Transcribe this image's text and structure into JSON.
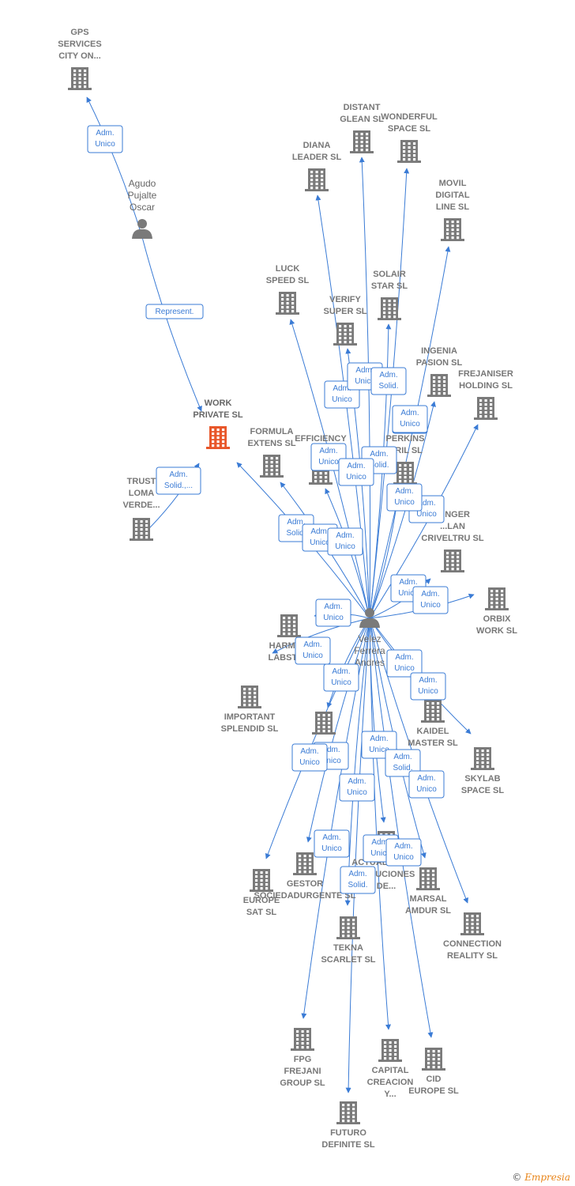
{
  "colors": {
    "edge": "#3a7bd5",
    "building": "#7a7a7a",
    "focus": "#e8572a",
    "person": "#7a7a7a"
  },
  "nodes": [
    {
      "id": "gps",
      "type": "company",
      "lines": [
        "GPS",
        "SERVICES",
        "CITY ON..."
      ]
    },
    {
      "id": "agudo",
      "type": "person",
      "lines": [
        "Agudo",
        "Pujalte",
        "Oscar"
      ]
    },
    {
      "id": "work",
      "type": "focus",
      "lines": [
        "WORK",
        "PRIVATE  SL"
      ]
    },
    {
      "id": "trust",
      "type": "company",
      "lines": [
        "TRUST",
        "LOMA",
        "VERDE..."
      ]
    },
    {
      "id": "distant",
      "type": "company",
      "lines": [
        "DISTANT",
        "GLEAN  SL"
      ]
    },
    {
      "id": "wonderful",
      "type": "company",
      "lines": [
        "WONDERFUL",
        "SPACE  SL"
      ]
    },
    {
      "id": "diana",
      "type": "company",
      "lines": [
        "DIANA",
        "LEADER  SL"
      ]
    },
    {
      "id": "movil",
      "type": "company",
      "lines": [
        "MOVIL",
        "DIGITAL",
        "LINE SL"
      ]
    },
    {
      "id": "luck",
      "type": "company",
      "lines": [
        "LUCK",
        "SPEED  SL"
      ]
    },
    {
      "id": "solair",
      "type": "company",
      "lines": [
        "SOLAIR",
        "STAR  SL"
      ]
    },
    {
      "id": "verify",
      "type": "company",
      "lines": [
        "VERIFY",
        "SUPER  SL"
      ]
    },
    {
      "id": "ingenia",
      "type": "company",
      "lines": [
        "INGENIA",
        "PASION  SL"
      ]
    },
    {
      "id": "frejaniser",
      "type": "company",
      "lines": [
        "FREJANISER",
        "HOLDING  SL"
      ]
    },
    {
      "id": "formula",
      "type": "company",
      "lines": [
        "FORMULA",
        "EXTENS  SL"
      ]
    },
    {
      "id": "efficiency",
      "type": "company",
      "lines": [
        "EFFICIENCY",
        "SP..."
      ]
    },
    {
      "id": "perkins",
      "type": "company",
      "lines": [
        "PERKINS",
        "...RIL  SL"
      ]
    },
    {
      "id": "crivel",
      "type": "company",
      "lines": [
        "...INGER",
        "...LAN",
        "CRIVELTRU SL"
      ]
    },
    {
      "id": "orbix",
      "type": "company",
      "lines": [
        "ORBIX",
        "WORK  SL"
      ]
    },
    {
      "id": "velez",
      "type": "person",
      "lines": [
        "Velez",
        "Ferrera",
        "Andres"
      ]
    },
    {
      "id": "harmo",
      "type": "company",
      "lines": [
        "HARMO...",
        "LABSTA..."
      ]
    },
    {
      "id": "important",
      "type": "company",
      "lines": [
        "IMPORTANT",
        "SPLENDID  SL"
      ]
    },
    {
      "id": "kaidel",
      "type": "company",
      "lines": [
        "KAIDEL",
        "MASTER  SL"
      ]
    },
    {
      "id": "skylab",
      "type": "company",
      "lines": [
        "SKYLAB",
        "SPACE  SL"
      ]
    },
    {
      "id": "soc",
      "type": "company",
      "lines": []
    },
    {
      "id": "gestor",
      "type": "company",
      "lines": [
        "GESTOR",
        "SOCIEDADURGENTE SL"
      ]
    },
    {
      "id": "europe",
      "type": "company",
      "lines": [
        "EUROPE",
        "SAT  SL"
      ]
    },
    {
      "id": "actual",
      "type": "company",
      "lines": [
        "ACTUALIZANDO",
        "SOLUCIONES",
        "DE..."
      ]
    },
    {
      "id": "marsal",
      "type": "company",
      "lines": [
        "MARSAL",
        "AMDUR  SL"
      ]
    },
    {
      "id": "connection",
      "type": "company",
      "lines": [
        "CONNECTION",
        "REALITY  SL"
      ]
    },
    {
      "id": "tekna",
      "type": "company",
      "lines": [
        "TEKNA",
        "SCARLET  SL"
      ]
    },
    {
      "id": "fpg",
      "type": "company",
      "lines": [
        "FPG",
        "FREJANI",
        "GROUP  SL"
      ]
    },
    {
      "id": "capital",
      "type": "company",
      "lines": [
        "CAPITAL",
        "CREACION",
        "Y..."
      ]
    },
    {
      "id": "cid",
      "type": "company",
      "lines": [
        "CID",
        "EUROPE  SL"
      ]
    },
    {
      "id": "futuro",
      "type": "company",
      "lines": [
        "FUTURO",
        "DEFINITE  SL"
      ]
    }
  ],
  "edges": [
    {
      "from": "agudo",
      "to": "gps",
      "label": [
        "Adm.",
        "Unico"
      ]
    },
    {
      "from": "agudo",
      "to": "work",
      "label": [
        "Represent."
      ]
    },
    {
      "from": "trust",
      "to": "work",
      "label": [
        "Adm.",
        "Solid.,..."
      ]
    },
    {
      "from": "velez",
      "to": "work",
      "label": [
        "Adm.",
        "Solid."
      ]
    },
    {
      "from": "velez",
      "to": "diana",
      "label": [
        "Adm.",
        "Unico"
      ]
    },
    {
      "from": "velez",
      "to": "distant",
      "label": [
        "Adm.",
        "Unico"
      ]
    },
    {
      "from": "velez",
      "to": "wonderful",
      "label": [
        "Adm.",
        "Solid."
      ]
    },
    {
      "from": "velez",
      "to": "movil",
      "label": [
        "Adm.",
        "Unico"
      ]
    },
    {
      "from": "velez",
      "to": "luck",
      "label": [
        "Adm.",
        "Unico"
      ]
    },
    {
      "from": "velez",
      "to": "solair",
      "label": [
        "Adm.",
        "Solid."
      ]
    },
    {
      "from": "velez",
      "to": "verify",
      "label": [
        "Adm.",
        "Unico"
      ]
    },
    {
      "from": "velez",
      "to": "ingenia",
      "label": [
        "Adm.",
        "Unico"
      ]
    },
    {
      "from": "velez",
      "to": "frejaniser",
      "label": [
        "Adm.",
        "Unico"
      ]
    },
    {
      "from": "velez",
      "to": "formula",
      "label": [
        "Adm.",
        "Unico"
      ]
    },
    {
      "from": "velez",
      "to": "efficiency",
      "label": [
        "Adm.",
        "Unico"
      ]
    },
    {
      "from": "velez",
      "to": "perkins",
      "label": [
        "Adm.",
        "Unico"
      ]
    },
    {
      "from": "velez",
      "to": "crivel",
      "label": [
        "Adm.",
        "Unico"
      ]
    },
    {
      "from": "velez",
      "to": "orbix",
      "label": [
        "Adm.",
        "Unico"
      ]
    },
    {
      "from": "velez",
      "to": "harmo",
      "label": [
        "Adm.",
        "Unico"
      ]
    },
    {
      "from": "velez",
      "to": "important",
      "label": [
        "Adm.",
        "Unico"
      ]
    },
    {
      "from": "velez",
      "to": "kaidel",
      "label": [
        "Adm.",
        "Unico"
      ]
    },
    {
      "from": "velez",
      "to": "skylab",
      "label": [
        "Adm.",
        "Unico"
      ]
    },
    {
      "from": "velez",
      "to": "soc",
      "label": [
        "Adm.",
        "Unico"
      ]
    },
    {
      "from": "velez",
      "to": "gestor",
      "label": [
        "Adm.",
        "Unico"
      ]
    },
    {
      "from": "velez",
      "to": "europe",
      "label": [
        "Adm.",
        "Unico"
      ]
    },
    {
      "from": "velez",
      "to": "actual",
      "label": [
        "Adm.",
        "Unico"
      ]
    },
    {
      "from": "velez",
      "to": "marsal",
      "label": [
        "Adm.",
        "Solid."
      ]
    },
    {
      "from": "velez",
      "to": "connection",
      "label": [
        "Adm.",
        "Unico"
      ]
    },
    {
      "from": "velez",
      "to": "tekna",
      "label": [
        "Adm.",
        "Unico"
      ]
    },
    {
      "from": "velez",
      "to": "fpg",
      "label": [
        "Adm.",
        "Unico"
      ]
    },
    {
      "from": "velez",
      "to": "capital",
      "label": [
        "Adm.",
        "Unico"
      ]
    },
    {
      "from": "velez",
      "to": "cid",
      "label": [
        "Adm.",
        "Unico"
      ]
    },
    {
      "from": "velez",
      "to": "futuro",
      "label": [
        "Adm.",
        "Solid."
      ]
    }
  ],
  "footer": {
    "copyright_symbol": "©",
    "brand": "Empresia"
  }
}
